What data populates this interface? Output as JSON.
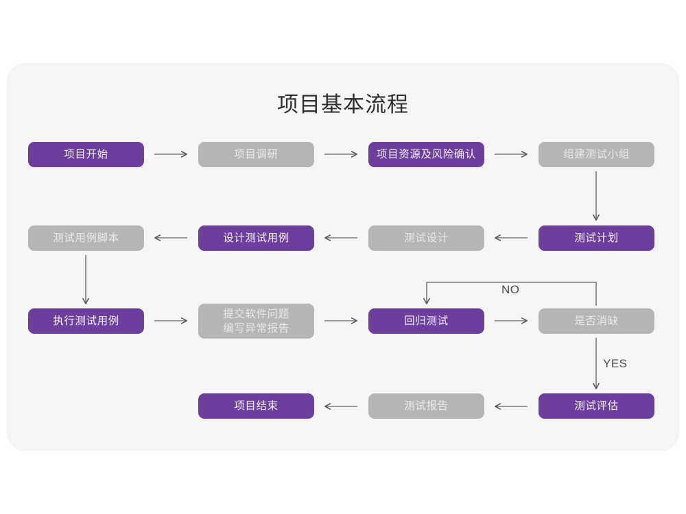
{
  "page": {
    "background_color": "#ffffff",
    "panel_color": "#f5f5f5",
    "accent_purple": "#6c3f9e",
    "muted_gray": "#b6b6b6",
    "line_color": "#7a7a7a"
  },
  "title": "项目基本流程",
  "chart_data": {
    "type": "diagram",
    "title": "项目基本流程",
    "diagram_kind": "flowchart",
    "nodes": [
      {
        "id": "n1",
        "label": "项目开始",
        "style": "purple",
        "row": 1,
        "col": 1
      },
      {
        "id": "n2",
        "label": "项目调研",
        "style": "gray",
        "row": 1,
        "col": 2
      },
      {
        "id": "n3",
        "label": "项目资源及风险确认",
        "style": "purple",
        "row": 1,
        "col": 3
      },
      {
        "id": "n4",
        "label": "组建测试小组",
        "style": "gray",
        "row": 1,
        "col": 4
      },
      {
        "id": "n5",
        "label": "测试用例脚本",
        "style": "gray",
        "row": 2,
        "col": 1
      },
      {
        "id": "n6",
        "label": "设计测试用例",
        "style": "purple",
        "row": 2,
        "col": 2
      },
      {
        "id": "n7",
        "label": "测试设计",
        "style": "gray",
        "row": 2,
        "col": 3
      },
      {
        "id": "n8",
        "label": "测试计划",
        "style": "purple",
        "row": 2,
        "col": 4
      },
      {
        "id": "n9",
        "label": "执行测试用例",
        "style": "purple",
        "row": 3,
        "col": 1
      },
      {
        "id": "n10",
        "label": "提交软件问题\n编写异常报告",
        "style": "gray",
        "row": 3,
        "col": 2
      },
      {
        "id": "n11",
        "label": "回归测试",
        "style": "purple",
        "row": 3,
        "col": 3
      },
      {
        "id": "n12",
        "label": "是否消缺",
        "style": "gray",
        "row": 3,
        "col": 4
      },
      {
        "id": "n13",
        "label": "项目结束",
        "style": "purple",
        "row": 4,
        "col": 2
      },
      {
        "id": "n14",
        "label": "测试报告",
        "style": "gray",
        "row": 4,
        "col": 3
      },
      {
        "id": "n15",
        "label": "测试评估",
        "style": "purple",
        "row": 4,
        "col": 4
      }
    ],
    "edges": [
      {
        "from": "n1",
        "to": "n2",
        "label": "",
        "direction": "right"
      },
      {
        "from": "n2",
        "to": "n3",
        "label": "",
        "direction": "right"
      },
      {
        "from": "n3",
        "to": "n4",
        "label": "",
        "direction": "right"
      },
      {
        "from": "n4",
        "to": "n8",
        "label": "",
        "direction": "down"
      },
      {
        "from": "n8",
        "to": "n7",
        "label": "",
        "direction": "left"
      },
      {
        "from": "n7",
        "to": "n6",
        "label": "",
        "direction": "left"
      },
      {
        "from": "n6",
        "to": "n5",
        "label": "",
        "direction": "left"
      },
      {
        "from": "n5",
        "to": "n9",
        "label": "",
        "direction": "down"
      },
      {
        "from": "n9",
        "to": "n10",
        "label": "",
        "direction": "right"
      },
      {
        "from": "n10",
        "to": "n11",
        "label": "",
        "direction": "right"
      },
      {
        "from": "n11",
        "to": "n12",
        "label": "",
        "direction": "right"
      },
      {
        "from": "n12",
        "to": "n11",
        "label": "NO",
        "direction": "loop-up-left"
      },
      {
        "from": "n12",
        "to": "n15",
        "label": "YES",
        "direction": "down"
      },
      {
        "from": "n15",
        "to": "n14",
        "label": "",
        "direction": "left"
      },
      {
        "from": "n14",
        "to": "n13",
        "label": "",
        "direction": "left"
      }
    ],
    "edge_labels": [
      "NO",
      "YES"
    ]
  },
  "labels": {
    "no": "NO",
    "yes": "YES"
  },
  "nodes": {
    "n1": "项目开始",
    "n2": "项目调研",
    "n3": "项目资源及风险确认",
    "n4": "组建测试小组",
    "n5": "测试用例脚本",
    "n6": "设计测试用例",
    "n7": "测试设计",
    "n8": "测试计划",
    "n9": "执行测试用例",
    "n10": "提交软件问题\n编写异常报告",
    "n11": "回归测试",
    "n12": "是否消缺",
    "n13": "项目结束",
    "n14": "测试报告",
    "n15": "测试评估"
  }
}
